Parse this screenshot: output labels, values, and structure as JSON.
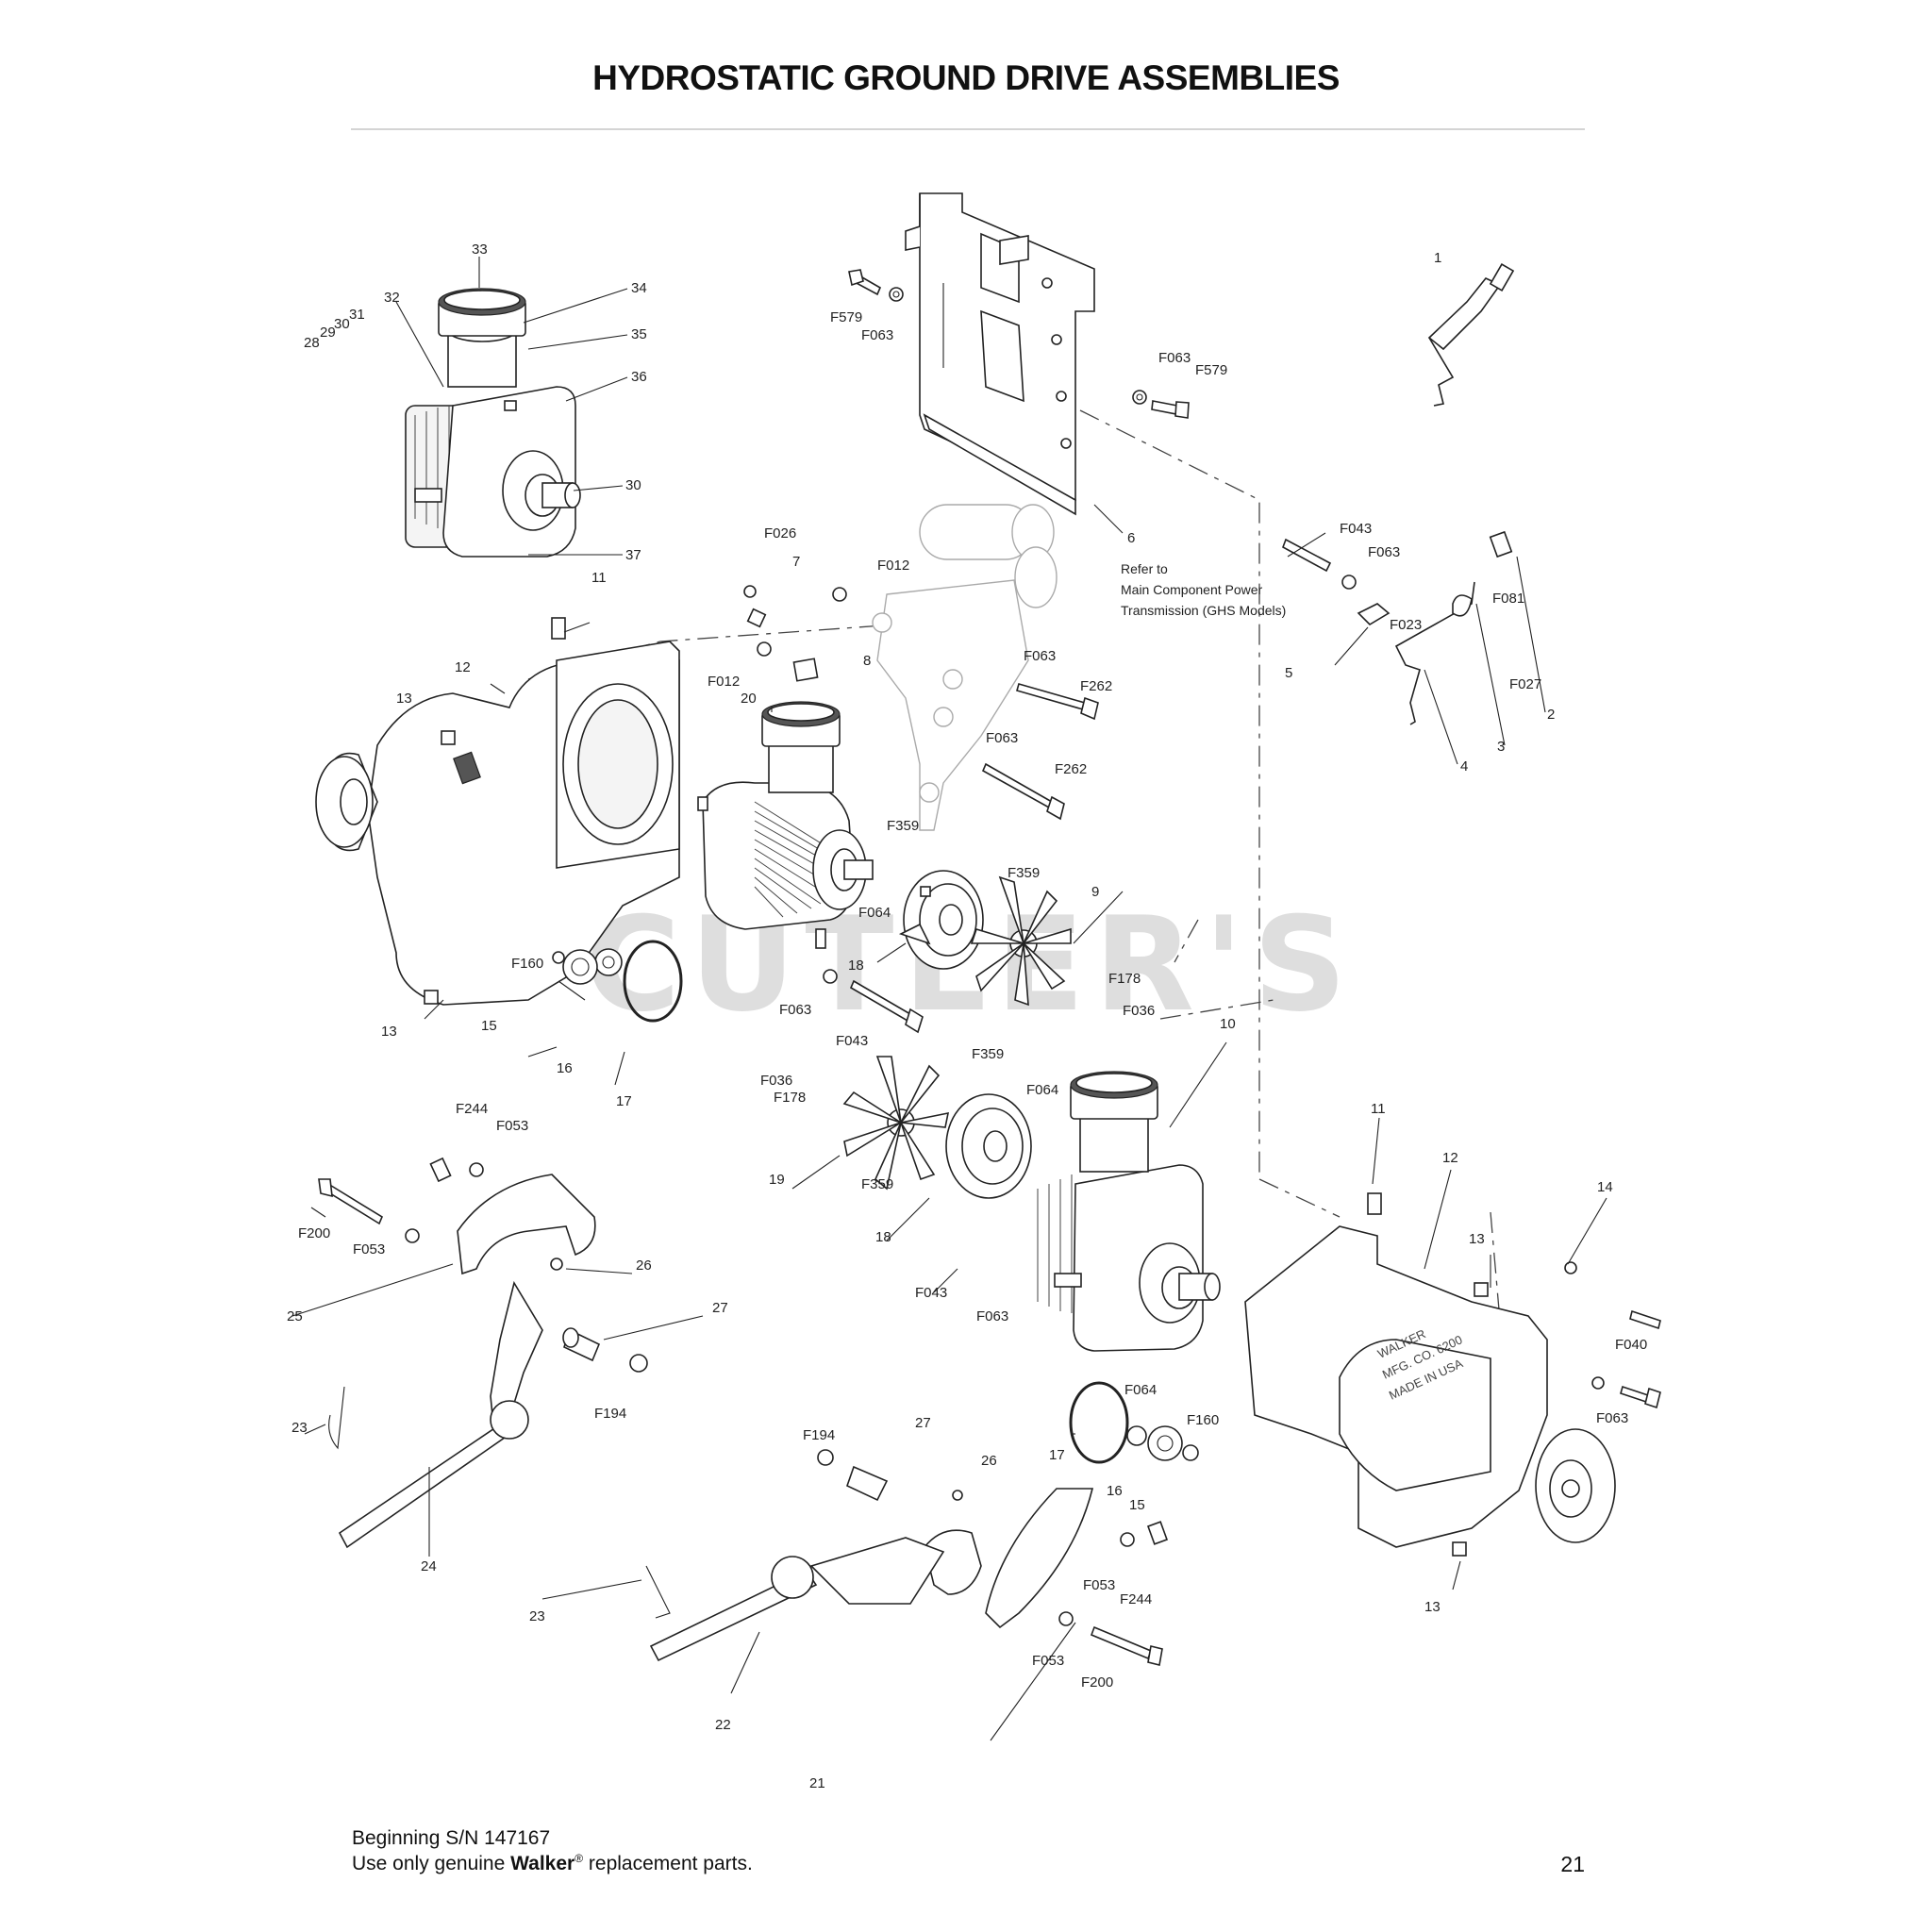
{
  "page": {
    "title": "HYDROSTATIC GROUND DRIVE ASSEMBLIES",
    "footer_serial": "Beginning S/N 147167",
    "footer_note_prefix": "Use only genuine ",
    "footer_note_brand": "Walker",
    "footer_note_registered": "®",
    "footer_note_suffix": " replacement parts.",
    "page_number": "21",
    "watermark": "CUTLER'S",
    "reference_note": [
      "Refer to",
      "Main Component Power",
      "Transmission (GHS Models)"
    ],
    "casting_stamp": [
      "WALKER",
      "MFG. CO. 6200",
      "MADE IN USA"
    ]
  },
  "callouts": [
    "33",
    "34",
    "35",
    "36",
    "32",
    "31",
    "30",
    "29",
    "28",
    "30",
    "37",
    "F579",
    "F063",
    "F063",
    "F579",
    "6",
    "1",
    "F026",
    "7",
    "F012",
    "F043",
    "F063",
    "F081",
    "F023",
    "F027",
    "11",
    "12",
    "13",
    "F012",
    "8",
    "20",
    "F063",
    "F262",
    "F063",
    "F262",
    "5",
    "4",
    "3",
    "2",
    "F359",
    "F359",
    "9",
    "F064",
    "F160",
    "15",
    "16",
    "17",
    "18",
    "F063",
    "F178",
    "F036",
    "13",
    "F043",
    "F036",
    "F178",
    "F359",
    "F064",
    "10",
    "19",
    "F359",
    "18",
    "F244",
    "F053",
    "F200",
    "F053",
    "25",
    "26",
    "27",
    "F194",
    "23",
    "24",
    "F043",
    "F063",
    "11",
    "12",
    "13",
    "14",
    "F040",
    "F063",
    "F064",
    "F160",
    "17",
    "16",
    "15",
    "F194",
    "27",
    "26",
    "23",
    "22",
    "F053",
    "F244",
    "F053",
    "F200",
    "21",
    "13"
  ]
}
